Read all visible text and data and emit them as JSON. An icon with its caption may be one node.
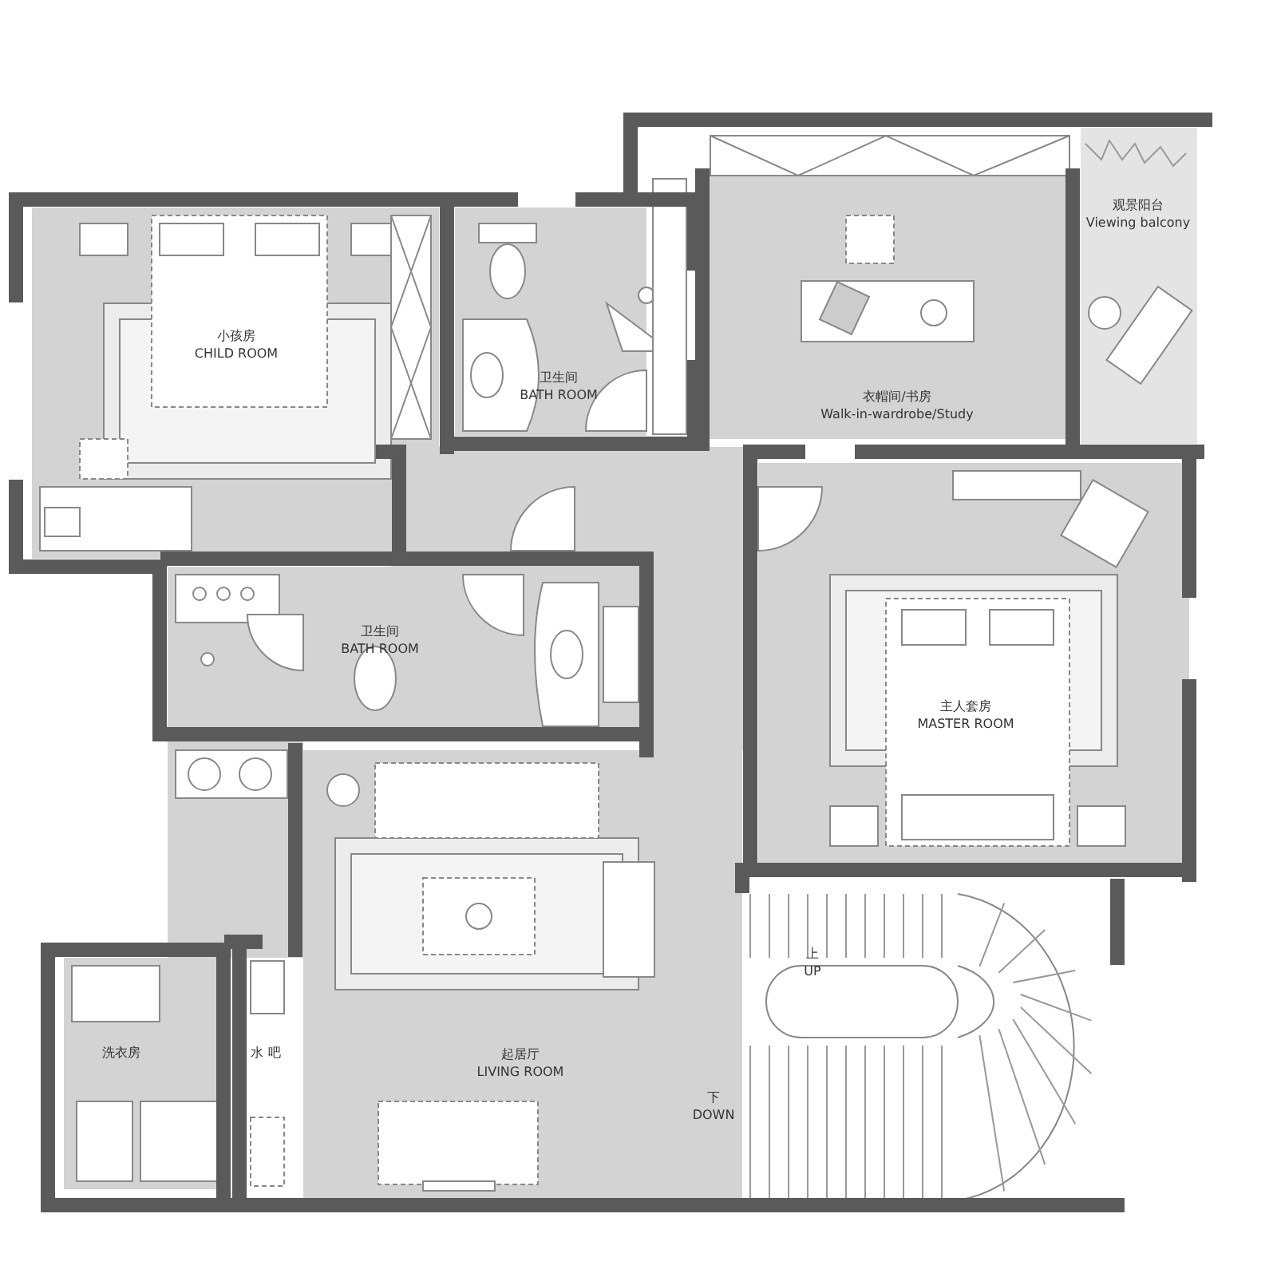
{
  "diagram": {
    "nodes": [
      {
        "text": [
          "观景阳台",
          "Viewing balcony"
        ]
      },
      {
        "text": [
          "衣帽间/书房",
          "Walk-in-wardrobe/Study"
        ]
      },
      {
        "text": [
          "小孩房",
          "CHILD ROOM"
        ]
      },
      {
        "text": [
          "卫生间",
          "BATH ROOM"
        ]
      },
      {
        "text": [
          "卫生间",
          "BATH ROOM"
        ]
      },
      {
        "text": [
          "主人套房",
          "MASTER ROOM"
        ]
      },
      {
        "text": [
          "起居厅",
          "LIVING ROOM"
        ]
      },
      {
        "text": [
          "洗衣房"
        ]
      },
      {
        "text": [
          "水吧"
        ]
      },
      {
        "text": [
          "上",
          "UP"
        ]
      }
    ],
    "labels": [
      "下",
      "DOWN"
    ]
  }
}
